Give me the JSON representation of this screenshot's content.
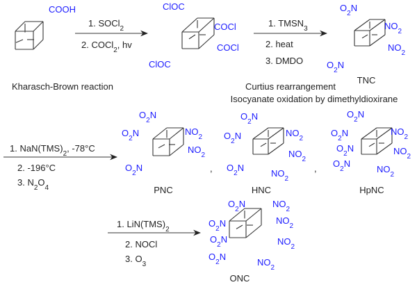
{
  "colors": {
    "substituent": "#1a1aff",
    "text": "#222222"
  },
  "step1": {
    "starting_group": "COOH",
    "reagents": [
      "1. SOCl2",
      "2. COCl2,  hv"
    ],
    "name": "Kharasch-Brown reaction",
    "product_groups": [
      "ClOC",
      "COCl",
      "COCl",
      "ClOC"
    ]
  },
  "step2": {
    "reagents": [
      "1. TMSN3",
      "2. heat",
      "3. DMDO"
    ],
    "name_lines": [
      "Curtius rearrangement",
      "Isocyanate oxidation by dimethyldioxirane"
    ],
    "product_groups": [
      "O2N",
      "NO2",
      "NO2",
      "O2N"
    ],
    "product_name": "TNC"
  },
  "step3": {
    "reagents": [
      "1. NaN(TMS)2, -78°C",
      "2. -196°C",
      "3. N2O4"
    ],
    "separator": ",",
    "products": [
      {
        "name": "PNC",
        "groups": [
          "O2N",
          "O2N",
          "NO2",
          "NO2",
          "O2N"
        ]
      },
      {
        "name": "HNC",
        "groups": [
          "O2N",
          "O2N",
          "NO2",
          "NO2",
          "O2N",
          "NO2"
        ]
      },
      {
        "name": "HpNC",
        "groups": [
          "O2N",
          "O2N",
          "O2N",
          "NO2",
          "NO2",
          "O2N",
          "NO2"
        ]
      }
    ]
  },
  "step4": {
    "reagents": [
      "1. LiN(TMS)2",
      "2. NOCl",
      "3. O3"
    ],
    "product_groups": [
      "O2N",
      "NO2",
      "O2N",
      "NO2",
      "O2N",
      "NO2",
      "O2N",
      "NO2"
    ],
    "product_name": "ONC"
  }
}
